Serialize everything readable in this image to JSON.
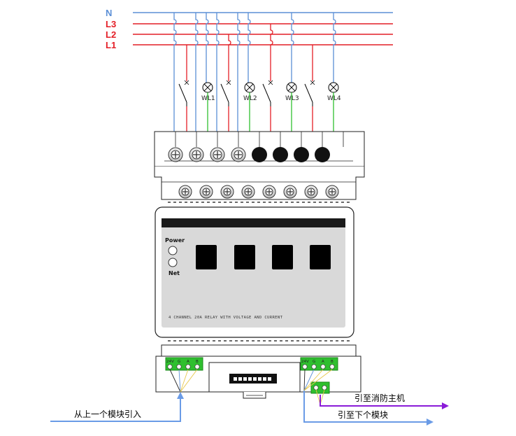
{
  "bus_labels": {
    "n": "N",
    "l3": "L3",
    "l2": "L2",
    "l1": "L1"
  },
  "lamp_labels": [
    "WL1",
    "WL2",
    "WL3",
    "WL4"
  ],
  "panel": {
    "power_label": "Power",
    "net_label": "Net",
    "caption": "4 CHANNEL 20A RELAY WITH VOLTAGE AND CURRENT"
  },
  "terminal_labels": [
    "24V",
    "G",
    "A",
    "B"
  ],
  "arrows": {
    "from_prev": "从上一个模块引入",
    "to_fire_host": "引至消防主机",
    "to_next": "引至下个模块"
  },
  "colors": {
    "neutral": "#5b8fd6",
    "phase": "#e41e26",
    "green_wire": "#2fbf2f",
    "purple": "#8a1bd8",
    "arrow_blue": "#6a9be6"
  }
}
